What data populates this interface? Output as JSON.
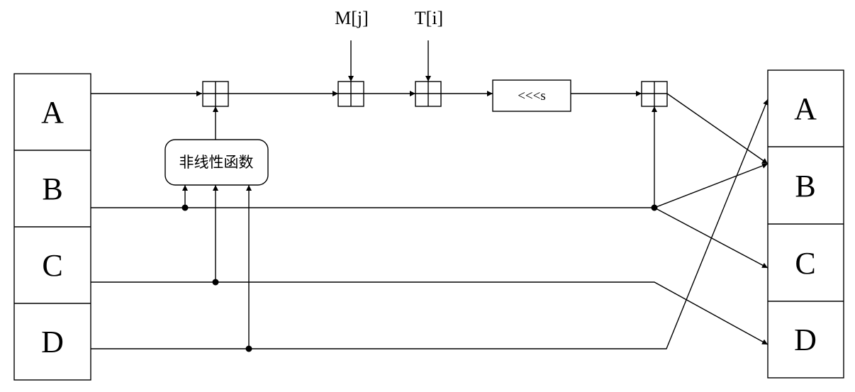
{
  "inputs": {
    "input_ms": "M[j]",
    "input_t": "T[i]"
  },
  "left_register": [
    "A",
    "B",
    "C",
    "D"
  ],
  "right_register": [
    "A",
    "B",
    "C",
    "D"
  ],
  "nonlinear_function": {
    "label": "非线性函数"
  },
  "rotate": {
    "label": "<<<s"
  },
  "colors": {
    "stroke": "#000000",
    "background": "#ffffff"
  }
}
